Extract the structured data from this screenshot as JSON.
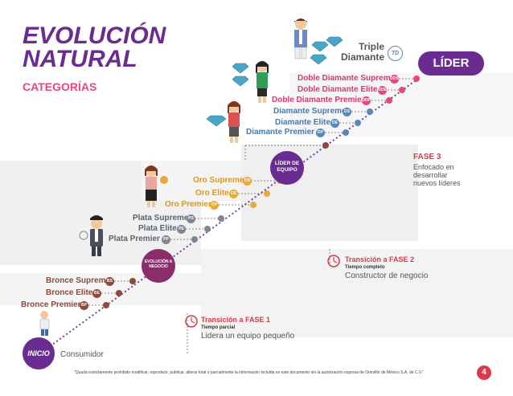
{
  "title": {
    "line1": "EVOLUCIÓN",
    "line2": "NATURAL"
  },
  "subtitle": "CATEGORÍAS",
  "colors": {
    "purple": "#6b2c91",
    "pink": "#e8467c",
    "bronze": "#8b4a3b",
    "silver": "#7d8693",
    "gold": "#e8a93a",
    "diamond": "#5a87b8",
    "red": "#d93a4b"
  },
  "milestones": {
    "inicio": "INICIO",
    "consumidor": "Consumidor",
    "evolucion": "EVOLUCIÓN A NEGOCIO",
    "lider_equipo": "LÍDER DE EQUIPO",
    "lider": "LÍDER"
  },
  "levels": {
    "bronze": [
      {
        "label": "Bronce Supreme",
        "badge": "BS"
      },
      {
        "label": "Bronce Elite",
        "badge": "BE"
      },
      {
        "label": "Bronce Premier",
        "badge": "BP"
      }
    ],
    "silver": [
      {
        "label": "Plata Supreme",
        "badge": "PS"
      },
      {
        "label": "Plata Elite",
        "badge": "PE"
      },
      {
        "label": "Plata Premier",
        "badge": "PP"
      }
    ],
    "gold": [
      {
        "label": "Oro Supreme",
        "badge": "OS"
      },
      {
        "label": "Oro Elite",
        "badge": "OE"
      },
      {
        "label": "Oro Premier",
        "badge": "OP"
      }
    ],
    "diamond": [
      {
        "label": "Diamante Supreme",
        "badge": "DS"
      },
      {
        "label": "Diamante Elite",
        "badge": "DE"
      },
      {
        "label": "Diamante Premier",
        "badge": "DP"
      }
    ],
    "double_diamond": [
      {
        "label": "Doble Diamante Supreme",
        "badge": "DDS"
      },
      {
        "label": "Doble Diamante Elite",
        "badge": "DDE"
      },
      {
        "label": "Doble Diamante Premier",
        "badge": "DDP"
      }
    ],
    "triple": {
      "line1": "Triple",
      "line2": "Diamante",
      "badge": "TD"
    }
  },
  "phases": {
    "fase1": {
      "title": "Transición a FASE 1",
      "sub": "Tiempo parcial",
      "desc": "Lidera un equipo pequeño"
    },
    "fase2": {
      "title": "Transición a FASE 2",
      "sub": "Tiempo completo",
      "desc": "Constructor de negocio"
    },
    "fase3": {
      "title": "FASE 3",
      "desc1": "Enfocado en",
      "desc2": "desarrollar",
      "desc3": "nuevos líderes"
    }
  },
  "footer": "\"Queda estrictamente prohibido modificar, reproducir, publicar, alterar total o parcialmente la información incluida en este documento sin la autorización expresa de Omnilife de México S.A. de C.V.\"",
  "page_number": "4"
}
